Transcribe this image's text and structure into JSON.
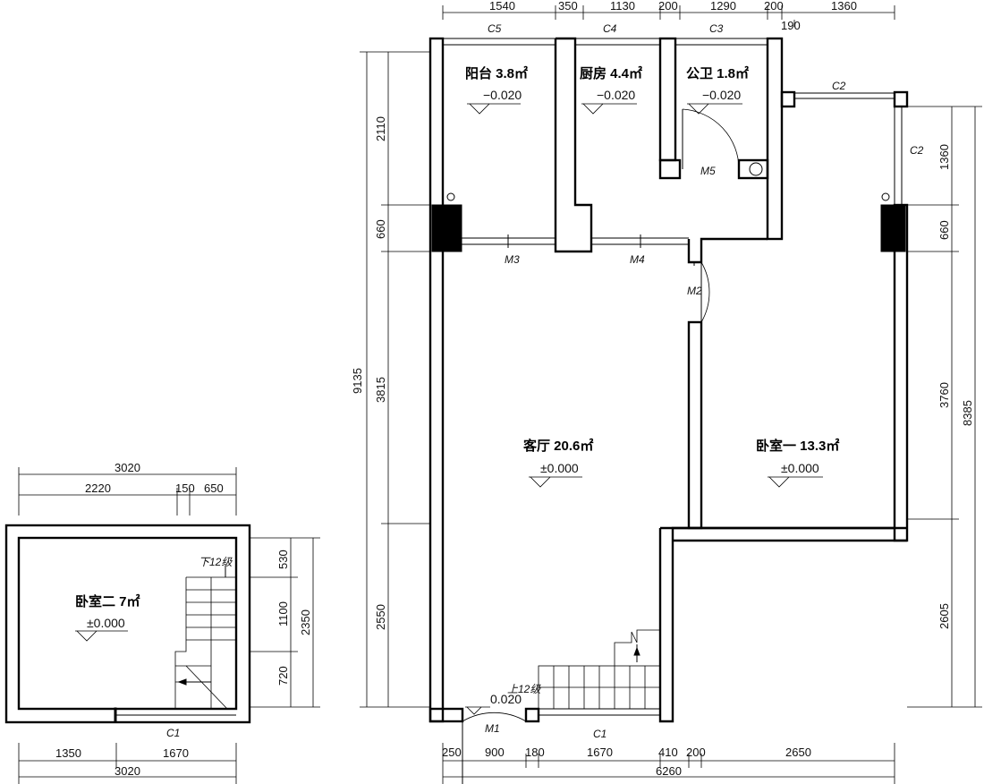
{
  "rooms": {
    "balcony": {
      "label": "阳台 3.8㎡",
      "level": "−0.020"
    },
    "kitchen": {
      "label": "厨房 4.4㎡",
      "level": "−0.020"
    },
    "bathroom": {
      "label": "公卫 1.8㎡",
      "level": "−0.020"
    },
    "living": {
      "label": "客厅 20.6㎡",
      "level": "±0.000"
    },
    "bedroom1": {
      "label": "卧室一 13.3㎡",
      "level": "±0.000"
    },
    "bedroom2": {
      "label": "卧室二 7㎡",
      "level": "±0.000"
    }
  },
  "stairs": {
    "up": "上12级",
    "down": "下12级",
    "entry_level": "0.020"
  },
  "tags": {
    "windows": {
      "c5": "C5",
      "c4": "C4",
      "c3": "C3",
      "c2a": "C2",
      "c2b": "C2",
      "c1a": "C1",
      "c1b": "C1"
    },
    "doors": {
      "m1": "M1",
      "m2": "M2",
      "m3": "M3",
      "m4": "M4",
      "m5": "M5"
    }
  },
  "dims": {
    "top": [
      "1540",
      "350",
      "1130",
      "200",
      "1290",
      "200",
      "1360",
      "190"
    ],
    "bottom": [
      "250",
      "900",
      "180",
      "1670",
      "410",
      "200",
      "2650"
    ],
    "bottom_total": "6260",
    "left_total": "9135",
    "left": [
      "2110",
      "660",
      "3815",
      "2550"
    ],
    "right": [
      "1360",
      "660",
      "3760",
      "2605"
    ],
    "right_total": "8385",
    "small_top_total": "3020",
    "small_top": [
      "2220",
      "150",
      "650"
    ],
    "small_bottom": [
      "1350",
      "1670"
    ],
    "small_bottom_total": "3020",
    "small_right": [
      "530",
      "1100",
      "720"
    ],
    "small_right_total": "2350"
  }
}
